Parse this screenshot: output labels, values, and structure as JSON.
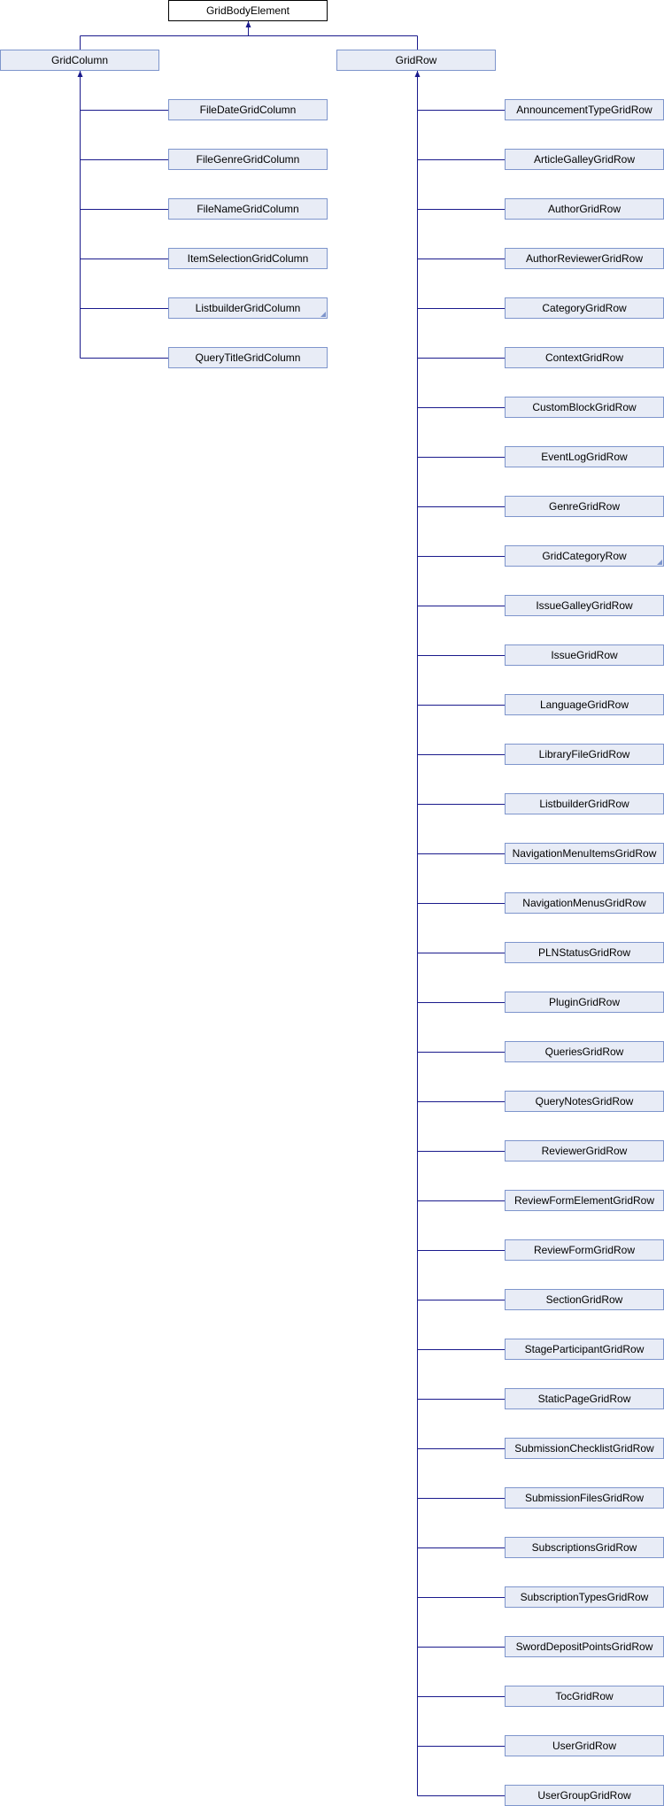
{
  "root": "GridBodyElement",
  "left": {
    "label": "GridColumn",
    "children": [
      "FileDateGridColumn",
      "FileGenreGridColumn",
      "FileNameGridColumn",
      "ItemSelectionGridColumn",
      "ListbuilderGridColumn",
      "QueryTitleGridColumn"
    ],
    "truncated": [
      "ListbuilderGridColumn"
    ]
  },
  "right": {
    "label": "GridRow",
    "children": [
      "AnnouncementTypeGridRow",
      "ArticleGalleyGridRow",
      "AuthorGridRow",
      "AuthorReviewerGridRow",
      "CategoryGridRow",
      "ContextGridRow",
      "CustomBlockGridRow",
      "EventLogGridRow",
      "GenreGridRow",
      "GridCategoryRow",
      "IssueGalleyGridRow",
      "IssueGridRow",
      "LanguageGridRow",
      "LibraryFileGridRow",
      "ListbuilderGridRow",
      "NavigationMenuItemsGridRow",
      "NavigationMenusGridRow",
      "PLNStatusGridRow",
      "PluginGridRow",
      "QueriesGridRow",
      "QueryNotesGridRow",
      "ReviewerGridRow",
      "ReviewFormElementGridRow",
      "ReviewFormGridRow",
      "SectionGridRow",
      "StageParticipantGridRow",
      "StaticPageGridRow",
      "SubmissionChecklistGridRow",
      "SubmissionFilesGridRow",
      "SubscriptionsGridRow",
      "SubscriptionTypesGridRow",
      "SwordDepositPointsGridRow",
      "TocGridRow",
      "UserGridRow",
      "UserGroupGridRow"
    ],
    "truncated": [
      "GridCategoryRow"
    ]
  },
  "colors": {
    "line": "#1a1a8c",
    "box_fill": "#e8ecf6",
    "box_border": "#7e95cc"
  }
}
